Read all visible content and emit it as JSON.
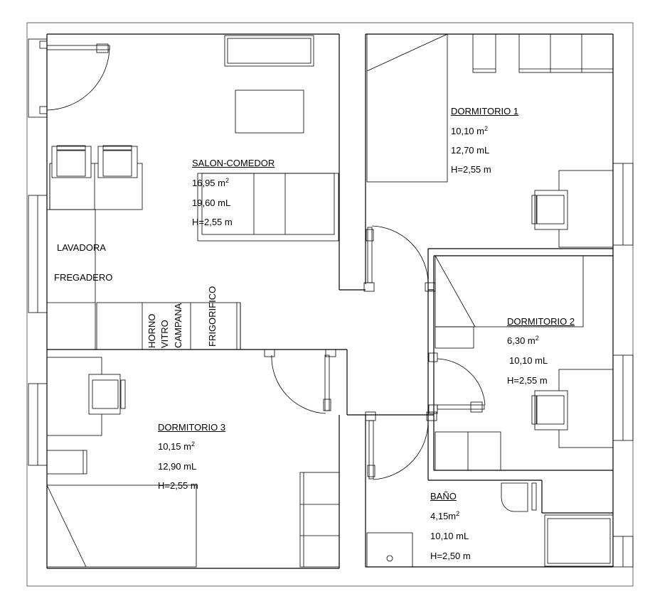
{
  "rooms": {
    "salon": {
      "name": "SALON-COMEDOR",
      "area": "16,95 m",
      "sup": "2",
      "perimeter": "19,60 mL",
      "height": "H=2,55 m"
    },
    "dorm1": {
      "name": "DORMITORIO 1",
      "area": "10,10 m",
      "sup": "2",
      "perimeter": "12,70 mL",
      "height": "H=2,55 m"
    },
    "dorm2": {
      "name": "DORMITORIO 2",
      "area": "6,30 m",
      "sup": "2",
      "perimeter": "10,10 mL",
      "height": "H=2,55 m"
    },
    "dorm3": {
      "name": "DORMITORIO 3",
      "area": "10,15 m",
      "sup": "2",
      "perimeter": "12,90 mL",
      "height": "H=2,55 m"
    },
    "bano": {
      "name": "BAÑO",
      "area": "4,15m",
      "sup": "2",
      "perimeter": "10,10 mL",
      "height": "H=2,50 m"
    }
  },
  "kitchen": {
    "lavadora": "LAVADORA",
    "fregadero": "FREGADERO",
    "horno": "HORNO",
    "vitro": "VITRO",
    "campana": "CAMPANA",
    "frigorifico": "FRIGORIFICO"
  }
}
